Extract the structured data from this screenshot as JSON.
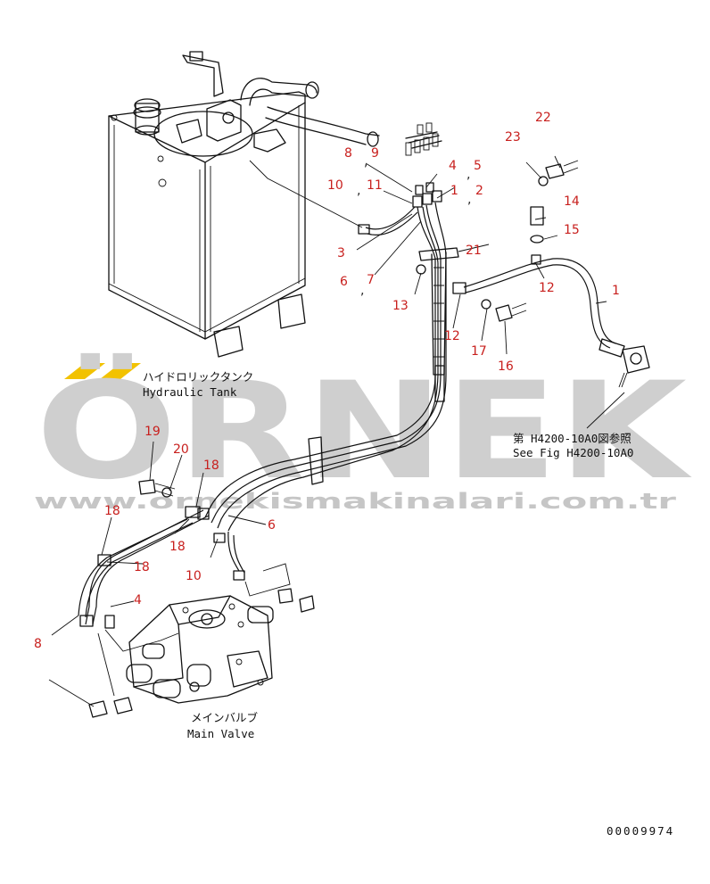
{
  "captions": {
    "tank_jp": "ハイドロリックタンク",
    "tank_en": "Hydraulic Tank",
    "valve_jp": "メインバルブ",
    "valve_en": "Main Valve",
    "ref_jp": "第 H4200-10A0図参照",
    "ref_en": "See Fig H4200-10A0",
    "drawing_no": "00009974"
  },
  "watermark": {
    "brand": "ÖRNEK",
    "url": "www.ornekismakinalari.com.tr",
    "accent": "#f2c200"
  },
  "colors": {
    "callout": "#c8201e",
    "line": "#111111",
    "watermark": "#cfcfcf"
  },
  "callouts": {
    "c22": "22",
    "c23": "23",
    "c8a": "8",
    "c9": "9",
    "c4a": "4",
    "c5": "5",
    "c10a": "10",
    "c11": "11",
    "c1a": "1",
    "c2": "2",
    "c14": "14",
    "c15": "15",
    "c3": "3",
    "c21": "21",
    "c6a": "6",
    "c7": "7",
    "c13": "13",
    "c12a": "12",
    "c1b": "1",
    "c12b": "12",
    "c17": "17",
    "c16": "16",
    "c19": "19",
    "c20": "20",
    "c18a": "18",
    "c18b": "18",
    "c18c": "18",
    "c18d": "18",
    "c6b": "6",
    "c10b": "10",
    "c4b": "4",
    "c8b": "8"
  }
}
